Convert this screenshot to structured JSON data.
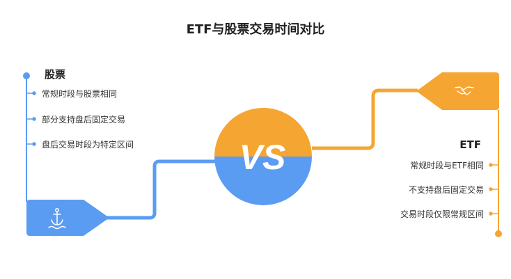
{
  "title": "ETF与股票交易时间对比",
  "vs_text": "VS",
  "left": {
    "heading": "股票",
    "items": [
      "常规时段与股票相同",
      "部分支持盘后固定交易",
      "盘后交易时段为特定区间"
    ],
    "icon": "anchor-icon",
    "color": "#5b9cf3"
  },
  "right": {
    "heading": "ETF",
    "items": [
      "常规时段与ETF相同",
      "不支持盘后固定交易",
      "交易时段仅限常规区间"
    ],
    "icon": "handshake-icon",
    "color": "#f5a531"
  }
}
